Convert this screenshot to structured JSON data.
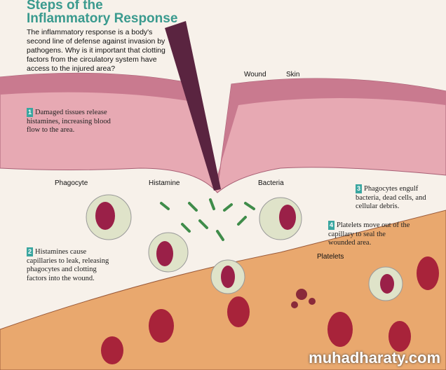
{
  "title_line1": "Steps of the",
  "title_line2": "Inflammatory Response",
  "intro": "The inflammatory response is a body's second line of defense against invasion by pathogens. Why is it important that clotting factors from the circulatory system have access to the injured area?",
  "steps": [
    {
      "num": "1",
      "text": "Damaged tissues release histamines, increasing blood flow to the area."
    },
    {
      "num": "2",
      "text": "Histamines cause capillaries to leak, releasing phagocytes and clotting factors into the wound."
    },
    {
      "num": "3",
      "text": "Phagocytes engulf bacteria, dead cells, and cellular debris."
    },
    {
      "num": "4",
      "text": "Platelets move out of the capillary to seal the wounded area."
    }
  ],
  "labels": {
    "wound": "Wound",
    "skin": "Skin",
    "phagocyte": "Phagocyte",
    "histamine": "Histamine",
    "bacteria": "Bacteria",
    "platelets": "Platelets"
  },
  "watermark": "muhadharaty.com"
}
